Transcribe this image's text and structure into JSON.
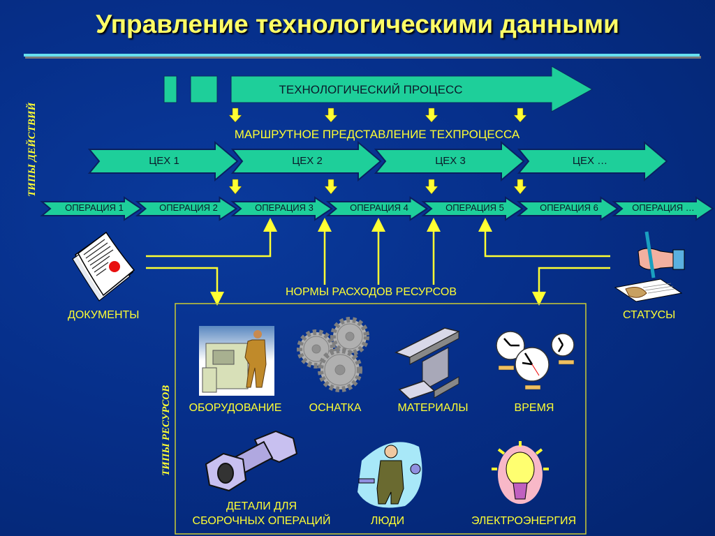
{
  "title": "Управление технологическими данными",
  "side_labels": {
    "action_types": "ТИПЫ ДЕЙСТВИЙ",
    "resource_types": "ТИПЫ РЕСУРСОВ"
  },
  "process": {
    "label": "ТЕХНОЛОГИЧЕСКИЙ ПРОЦЕСС",
    "route_label": "МАРШРУТНОЕ ПРЕДСТАВЛЕНИЕ ТЕХПРОЦЕССА"
  },
  "workshops": [
    "ЦЕХ 1",
    "ЦЕХ 2",
    "ЦЕХ 3",
    "ЦЕХ …"
  ],
  "operations": [
    "ОПЕРАЦИЯ 1",
    "ОПЕРАЦИЯ 2",
    "ОПЕРАЦИЯ 3",
    "ОПЕРАЦИЯ 4",
    "ОПЕРАЦИЯ 5",
    "ОПЕРАЦИЯ 6",
    "ОПЕРАЦИЯ …"
  ],
  "documents": {
    "label": "ДОКУМЕНТЫ",
    "icon": "document-icon"
  },
  "statuses": {
    "label": "СТАТУСЫ",
    "icon": "signing-hand-icon"
  },
  "norms_label": "НОРМЫ РАСХОДОВ РЕСУРСОВ",
  "resources": [
    {
      "label": "ОБОРУДОВАНИЕ",
      "icon": "machine-tool-icon"
    },
    {
      "label": "ОСНАТКА",
      "icon": "gears-icon"
    },
    {
      "label": "МАТЕРИАЛЫ",
      "icon": "i-beam-icon"
    },
    {
      "label": "ВРЕМЯ",
      "icon": "clocks-icon"
    },
    {
      "label_line1": "ДЕТАЛИ ДЛЯ",
      "label_line2": "СБОРОЧНЫХ ОПЕРАЦИЙ",
      "icon": "bolt-nut-icon"
    },
    {
      "label": "ЛЮДИ",
      "icon": "worker-icon"
    },
    {
      "label": "ЭЛЕКТРОЭНЕРГИЯ",
      "icon": "light-bulb-icon"
    }
  ],
  "colors": {
    "background": "#062f8a",
    "arrow_fill": "#1ecf9a",
    "accent_yellow": "#ffff33",
    "title_yellow": "#ffff66",
    "rule": "#66e0f0"
  }
}
